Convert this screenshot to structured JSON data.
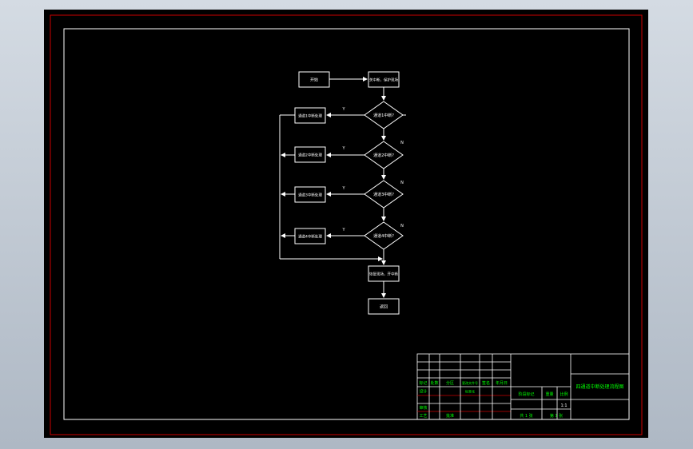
{
  "flowchart": {
    "nodes": {
      "start": "开始",
      "init": "关中断，保护现场",
      "d1": "通道1中断?",
      "d2": "通道2中断?",
      "d3": "通道3中断?",
      "d4": "通道4中断?",
      "p1": "通道1中断处理",
      "p2": "通道2中断处理",
      "p3": "通道3中断处理",
      "p4": "通道4中断处理",
      "restore": "恢复现场，开中断",
      "ret": "返回"
    },
    "edge_labels": {
      "yes": "Y",
      "no": "N"
    }
  },
  "title_block": {
    "headers": {
      "mark": "标记",
      "count": "处数",
      "zone": "分区",
      "change_doc": "更改文件号",
      "sign": "签名",
      "date": "年月日",
      "design": "设计",
      "standardize": "标准化",
      "review": "审核",
      "process": "工艺",
      "approve": "批准"
    },
    "stage_mark": "阶段标记",
    "weight": "重量",
    "scale": "比例",
    "scale_value": "1:1",
    "sheets_total": "共 1 张",
    "sheet_no": "第 1 张",
    "drawing_title": "四通道中断处理流程图"
  },
  "colors": {
    "background": "#000000",
    "line": "#ffffff",
    "frame": "#cc0000",
    "text_accent": "#00ff00"
  }
}
